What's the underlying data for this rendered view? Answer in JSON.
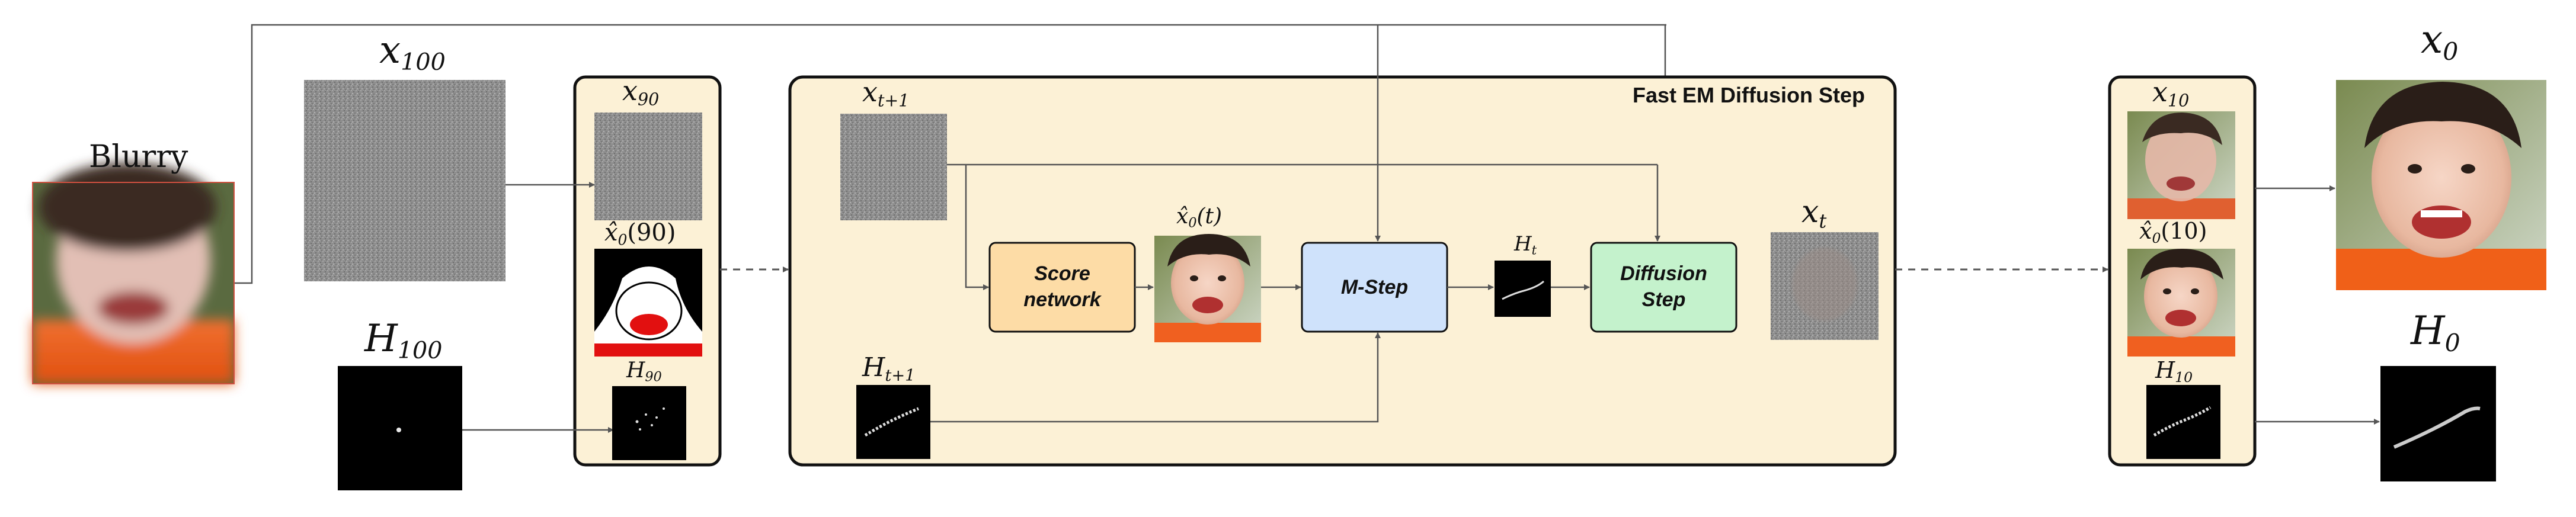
{
  "labels": {
    "blurry": "Blurry",
    "x100": "x",
    "x100_sub": "100",
    "h100": "H",
    "h100_sub": "100",
    "x90": "x",
    "x90_sub": "90",
    "x0hat90": "x̂",
    "x0hat90_sub": "0",
    "x0hat90_arg": "(90)",
    "h90": "H",
    "h90_sub": "90",
    "xt1": "x",
    "xt1_sub": "t+1",
    "ht1": "H",
    "ht1_sub": "t+1",
    "x0hatt": "x̂",
    "x0hatt_sub": "0",
    "x0hatt_arg": "(t)",
    "ht": "H",
    "ht_sub": "t",
    "xt": "x",
    "xt_sub": "t",
    "x10": "x",
    "x10_sub": "10",
    "x0hat10": "x̂",
    "x0hat10_sub": "0",
    "x0hat10_arg": "(10)",
    "h10": "H",
    "h10_sub": "10",
    "x0": "x",
    "x0_sub": "0",
    "h0": "H",
    "h0_sub": "0"
  },
  "boxes": {
    "panel_title": "Fast EM Diffusion Step",
    "score_network": "Score network",
    "m_step": "M-Step",
    "diffusion_step": "Diffusion Step"
  },
  "colors": {
    "panel_fill": "#fcf1d6",
    "score_fill": "#fddca6",
    "mstep_fill": "#cfe2fb",
    "diffusion_fill": "#c4f2cc",
    "noise_fill": "#8c8c8c",
    "kernel_fill": "#000000",
    "arrow": "#555555"
  }
}
